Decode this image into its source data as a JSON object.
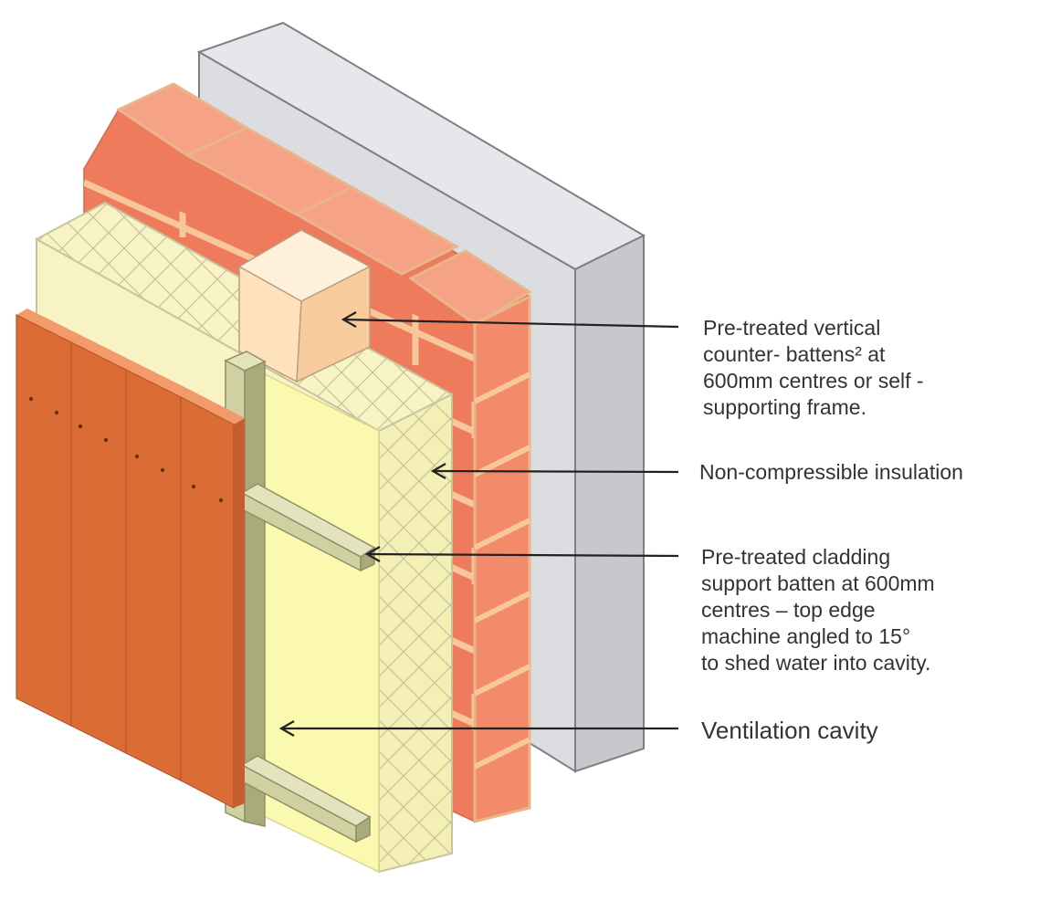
{
  "colors": {
    "concrete_face": "#dcdde0",
    "concrete_side": "#c6c8cc",
    "concrete_top": "#e6e7ea",
    "brick_face": "#ee7b5c",
    "brick_top": "#f6a287",
    "mortar": "#f6c79a",
    "insulation": "#f7f3c4",
    "insulation_side": "#f4efb4",
    "hatch": "#c8c4a0",
    "cavity": "#fbf8b0",
    "batten": "#cfd1a2",
    "batten_dark": "#a9ab7c",
    "counter_batten_front": "#ffe2bd",
    "counter_batten_side": "#f8cc9c",
    "cladding": "#dc6c36",
    "cladding_edge": "#f19a6a",
    "arrow": "#222222"
  },
  "labels": {
    "counter_battens": [
      "Pre-treated vertical",
      "counter- battens² at",
      "600mm centres or self -",
      "supporting frame."
    ],
    "insulation": [
      "Non-compressible insulation"
    ],
    "support_batten": [
      "Pre-treated cladding",
      "support batten at 600mm",
      "centres – top edge",
      "machine angled to 15°",
      "to shed water into cavity."
    ],
    "ventilation": [
      "Ventilation cavity"
    ]
  }
}
